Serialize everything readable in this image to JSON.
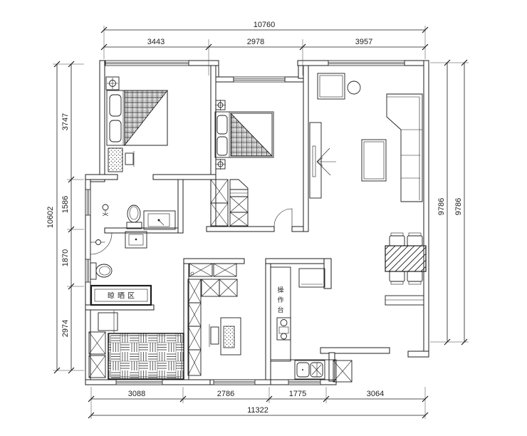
{
  "dims": {
    "top_total": "10760",
    "top_segments": [
      "3443",
      "2978",
      "3957"
    ],
    "left_total": "10602",
    "left_segments": [
      "3747",
      "1586",
      "1870",
      "2974"
    ],
    "right_segments": [
      "9786",
      "9786"
    ],
    "bottom_segments": [
      "3088",
      "2786",
      "1775",
      "3064"
    ],
    "bottom_total": "11322"
  },
  "labels": {
    "drying_area": "晾晒区",
    "worktop_chars": [
      "操",
      "作",
      "台"
    ]
  },
  "colors": {
    "line": "#1d1d1d",
    "background": "#ffffff"
  }
}
